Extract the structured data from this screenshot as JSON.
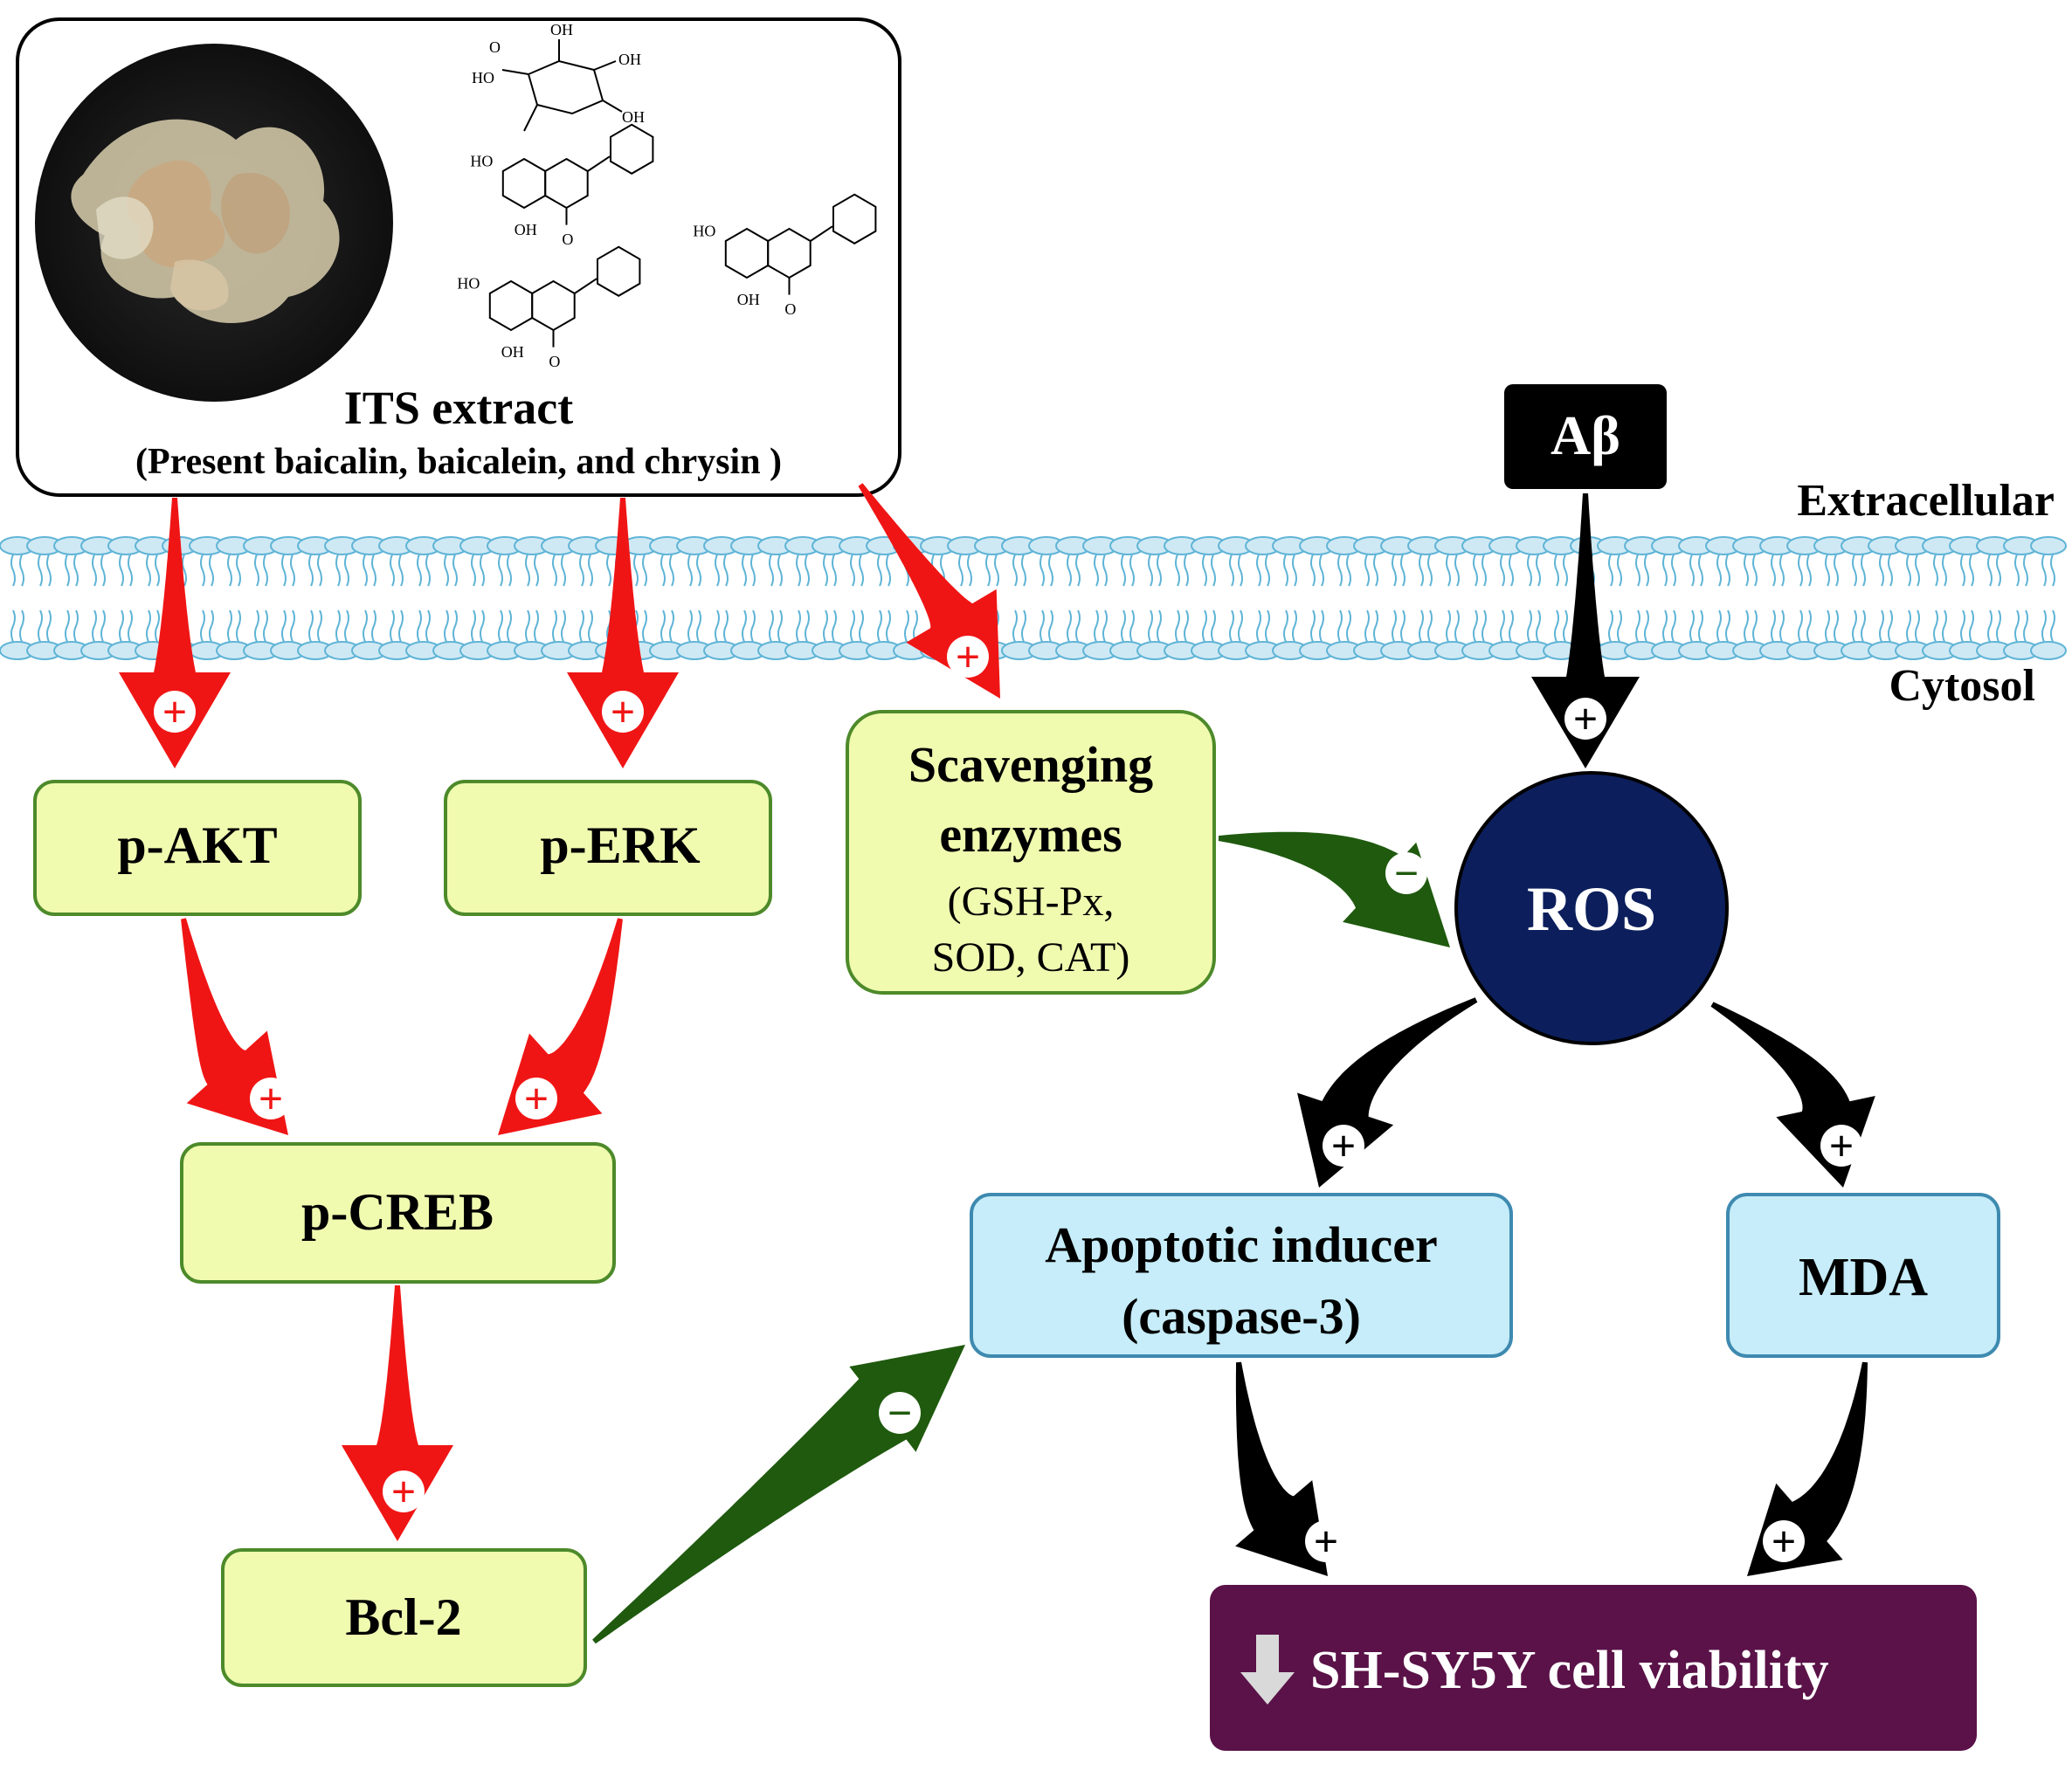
{
  "extract_box": {
    "title": "ITS extract",
    "subtitle": "(Present baicalin, baicalein, and chrysin )",
    "photo_label": "ITS extract photo",
    "molecule_labels": {
      "oh": "OH",
      "ho": "HO",
      "o": "O"
    }
  },
  "abeta": "Aβ",
  "membrane": {
    "outside_label": "Extracellular",
    "inside_label": "Cytosol"
  },
  "nodes": {
    "pakt": "p-AKT",
    "perk": "p-ERK",
    "pcreb": "p-CREB",
    "bcl2": "Bcl-2",
    "scav_line1": "Scavenging",
    "scav_line2": "enzymes",
    "scav_line3": "(GSH-Px,",
    "scav_line4": "SOD, CAT)",
    "ros": "ROS",
    "apop_line1": "Apoptotic inducer",
    "apop_line2": "(caspase-3)",
    "mda": "MDA",
    "viability": "SH-SY5Y cell viability"
  },
  "signs": {
    "plus": "+",
    "minus": "−"
  },
  "colors": {
    "green_box": "#f0fbb0",
    "green_border": "#4d8a2a",
    "blue_box": "#c6edf9",
    "blue_border": "#3e8ab0",
    "ros": "#0c1f5c",
    "viability": "#5a1248",
    "red_arrow": "#f01515",
    "black_arrow": "#000000",
    "green_arrow": "#1f5a0e",
    "membrane": "#7ec8e3"
  }
}
